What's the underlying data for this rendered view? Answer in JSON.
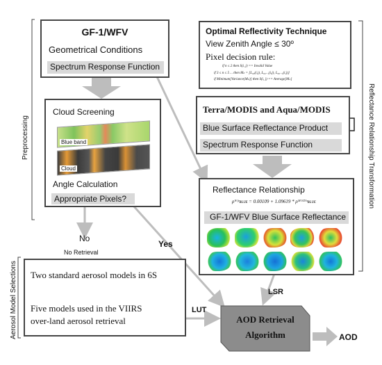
{
  "preprocessing": {
    "label": "Preprocessing",
    "gf_box": {
      "title": "GF-1/WFV",
      "line1": "Geometrical Conditions",
      "line2": "Spectrum Response Function"
    },
    "cloud_box": {
      "line1": "Cloud Screening",
      "blue_band": "Blue band",
      "cloud": "Cloud",
      "line2": "Angle Calculation",
      "line3": "Appropriate Pixels?"
    },
    "no_label": "No",
    "no_retrieval": "No Retrieval"
  },
  "reflectance_transform": {
    "label": "Reflectance Relationship Transformation",
    "optimal_box": {
      "title": "Optimal Reflectivity Technique",
      "line1": "View Zenith Angle ≤ 30º",
      "line2": "Pixel decision rule:",
      "rules": [
        "if n ≤ 2 then S(i, j) == Invalid Value",
        "if 3 ≤ n ≤ 5 ... then Mₖ = [L₀₀(i,j), L₀₀₋₁(i,j), L₀₀₋₂(i,j)]",
        "if Minimum[Variance(Mₖ)] then S(i, j) == Average[Mₖ]"
      ]
    },
    "modis_box": {
      "title": "Terra/MODIS and Aqua/MODIS",
      "line1": "Blue Surface Reflectance Product",
      "line2": "Spectrum Response Function"
    },
    "relation_box": {
      "title": "Reflectance Relationship",
      "equation": "ρᵂᶠᵛʙʟᴜᴇ = 0.00109 + 1.09619 * ρᴹᴼᴰᴵˢʙʟᴜᴇ",
      "line2": "GF-1/WFV Blue Surface Reflectance"
    }
  },
  "aerosol": {
    "label": "Aerosol Model Selections",
    "line1": "Two standard aerosol models in 6S",
    "line2a": "Five models used in the VIIRS",
    "line2b": "over-land aerosol retrieval"
  },
  "arrows": {
    "yes": "Yes",
    "lut": "LUT",
    "lsr": "LSR",
    "aod": "AOD"
  },
  "algorithm": {
    "line1": "AOD Retrieval",
    "line2": "Algorithm"
  },
  "colors": {
    "border": "#444444",
    "shade": "#d9d9d9",
    "arrow": "#bdbdbd",
    "algorithm": "#8c8c8c"
  }
}
